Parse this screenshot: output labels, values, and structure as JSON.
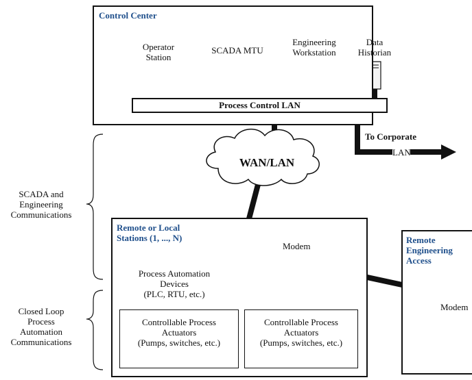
{
  "control_center": {
    "title": "Control Center",
    "devices": {
      "operator": [
        "Operator",
        "Station"
      ],
      "scada": [
        "SCADA MTU"
      ],
      "engineering": [
        "Engineering",
        "Workstation"
      ],
      "historian": [
        "Data",
        "Historian"
      ]
    },
    "lan_label": "Process Control LAN"
  },
  "corporate": {
    "line1": "To Corporate",
    "line2": "LAN"
  },
  "cloud_label": "WAN/LAN",
  "braces": {
    "scada": [
      "SCADA and",
      "Engineering",
      "Communications"
    ],
    "closed_loop": [
      "Closed Loop",
      "Process",
      "Automation",
      "Communications"
    ]
  },
  "remote_stations": {
    "title": [
      "Remote or Local",
      "Stations (1, ..., N)"
    ],
    "modem_label": "Modem",
    "pad_label": [
      "Process Automation",
      "Devices",
      "(PLC, RTU, etc.)"
    ],
    "actuators": [
      {
        "line1": "Controllable Process",
        "line2": "Actuators",
        "line3": "(Pumps, switches, etc.)"
      },
      {
        "line1": "Controllable Process",
        "line2": "Actuators",
        "line3": "(Pumps, switches, etc.)"
      }
    ]
  },
  "remote_access": {
    "title": [
      "Remote",
      "Engineering",
      "Access"
    ],
    "modem_label": "Modem"
  }
}
